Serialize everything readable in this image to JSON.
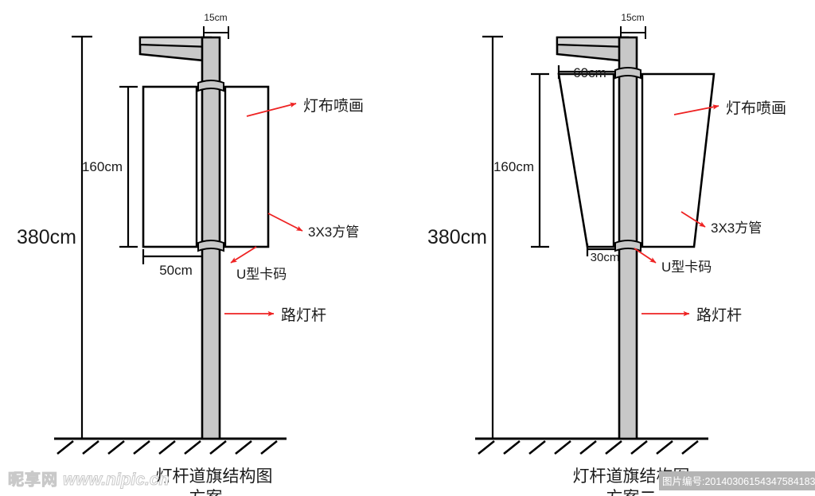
{
  "page": {
    "bg_color": "#ffffff",
    "line_color": "#000000",
    "pole_fill": "#c8c8c8",
    "arrow_color": "#ee2222",
    "text_color": "#1a1a1a"
  },
  "diagrams": [
    {
      "id": "left",
      "banner_shape": "rectangle",
      "title": "灯杆道旗结构图",
      "subtitle": "方案一",
      "dimensions": {
        "total_height": "380cm",
        "banner_height": "160cm",
        "banner_width": "50cm",
        "arm_offset": "15cm"
      },
      "callouts": [
        {
          "label": "灯布喷画",
          "name": "lamp-cloth-printing"
        },
        {
          "label": "3X3方管",
          "name": "square-tube"
        },
        {
          "label": "U型卡码",
          "name": "u-clamp"
        },
        {
          "label": "路灯杆",
          "name": "street-lamp-pole"
        }
      ]
    },
    {
      "id": "right",
      "banner_shape": "trapezoid",
      "title": "灯杆道旗结构图",
      "subtitle": "方案二",
      "dimensions": {
        "total_height": "380cm",
        "banner_height": "160cm",
        "banner_top_width": "60cm",
        "banner_bottom_width": "30cm",
        "arm_offset": "15cm"
      },
      "callouts": [
        {
          "label": "灯布喷画",
          "name": "lamp-cloth-printing"
        },
        {
          "label": "3X3方管",
          "name": "square-tube"
        },
        {
          "label": "U型卡码",
          "name": "u-clamp"
        },
        {
          "label": "路灯杆",
          "name": "street-lamp-pole"
        }
      ]
    }
  ],
  "watermarks": {
    "left_logo": "昵享网",
    "left_url": "www.nipic.cn",
    "right_id": "图片编号:20140306154347584183"
  }
}
